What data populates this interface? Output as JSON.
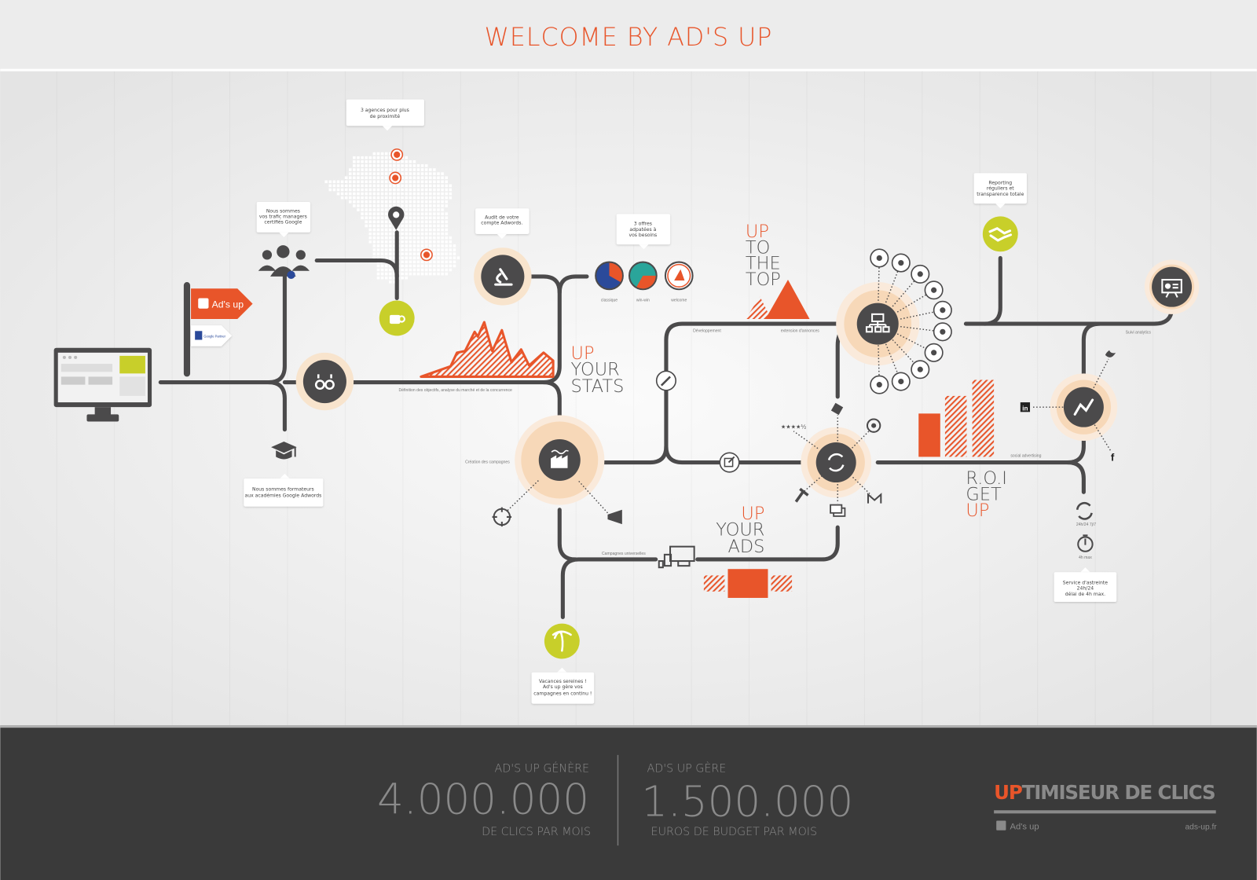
{
  "header": {
    "title": "WELCOME BY AD'S UP"
  },
  "colors": {
    "accent": "#e8552a",
    "dark": "#4b4a4b",
    "lime": "#c8cf2a",
    "halo": "#f6d9b8",
    "footer_bg": "#3a3a3a"
  },
  "bubbles": {
    "agences": [
      "3 agences pour plus",
      "de proximité"
    ],
    "managers": [
      "Nous sommes",
      "vos trafic managers",
      "certifiés Google"
    ],
    "audit": [
      "Audit de votre",
      "compte Adwords."
    ],
    "offres": [
      "3 offres",
      "adpatées à",
      "vos besoins"
    ],
    "reporting": [
      "Reporting",
      "réguliers et",
      "transparence totale"
    ],
    "formateurs": [
      "Nous sommes formateurs",
      "aux académies Google Adwords"
    ],
    "vacances": [
      "Vacances sereines !",
      "Ad's up gère vos",
      "campagnes en continu !"
    ],
    "astreinte": [
      "Service d'astreinte",
      "24h/24",
      "délai de 4h max."
    ]
  },
  "flag": {
    "brand": "Ad's up",
    "partner": "Google Partner"
  },
  "offers": [
    {
      "label": "classique",
      "color": "#2b4a9a"
    },
    {
      "label": "win-win",
      "color": "#2aa59a"
    },
    {
      "label": "welcome",
      "color": "#ffffff"
    }
  ],
  "headings": {
    "stats": [
      "UP",
      "YOUR",
      "STATS"
    ],
    "top": [
      "UP",
      "TO",
      "THE",
      "TOP"
    ],
    "ads": [
      "UP",
      "YOUR",
      "ADS"
    ],
    "roi": [
      "R.O.I",
      "GET",
      "UP"
    ]
  },
  "labels": {
    "definition": "Définition des objectifs, analyse du marché et de la concurrence",
    "creation": "Création des campagnes",
    "universelles": "Campagnes universelles",
    "developpement": "Développement",
    "extension": "extension d'annonces",
    "analytics": "Suivi analytics",
    "social": "social advertising",
    "rating": "★★★★½",
    "availability": "24h/24  7j/7",
    "delay": "4h max"
  },
  "icons": {
    "nodes": [
      "binoculars-icon",
      "microscope-icon",
      "factory-icon",
      "network-icon",
      "refresh-icon",
      "trend-icon",
      "presentation-icon"
    ],
    "lime": [
      "coffee-icon",
      "palm-tree-icon",
      "handshake-icon"
    ]
  },
  "footer": {
    "stat1": {
      "label": "AD'S UP GÉNÈRE",
      "value": "4.000.000",
      "unit": "DE CLICS PAR MOIS"
    },
    "stat2": {
      "label": "AD'S UP GÈRE",
      "value": "1.500.000",
      "unit": "EUROS DE BUDGET PAR MOIS"
    },
    "slogan_accent": "UP",
    "slogan_rest": "TIMISEUR DE CLICS",
    "brand": "Ad's up",
    "website": "ads-up.fr"
  }
}
